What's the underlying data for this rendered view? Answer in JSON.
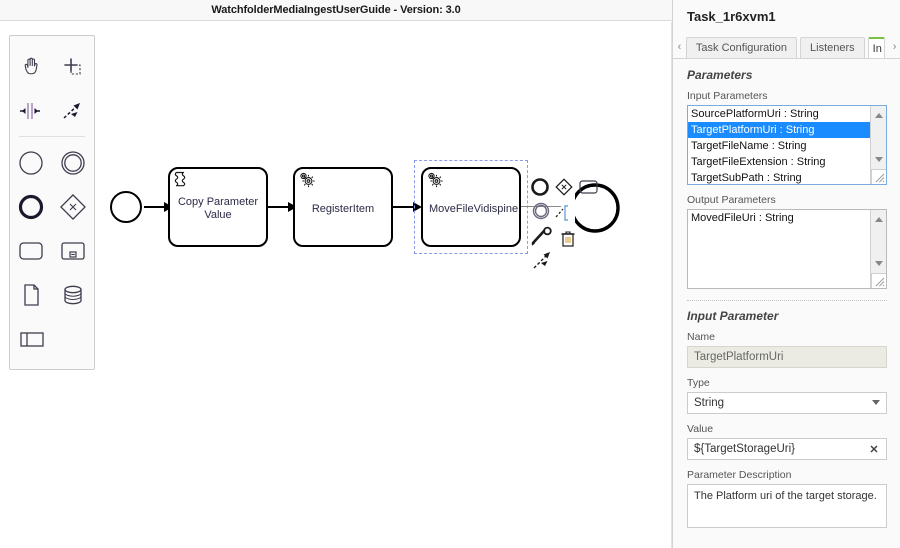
{
  "editor": {
    "title": "WatchfolderMediaIngestUserGuide - Version: 3.0",
    "palette": {
      "tools": [
        {
          "name": "hand-tool",
          "label": "Activate the hand tool"
        },
        {
          "name": "lasso-tool",
          "label": "Activate the lasso tool"
        },
        {
          "name": "space-tool",
          "label": "Activate the create/remove space tool"
        },
        {
          "name": "global-connect-tool",
          "label": "Activate the global connect tool"
        }
      ],
      "elements": [
        {
          "name": "start-event",
          "label": "Create StartEvent"
        },
        {
          "name": "intermediate-event",
          "label": "Create Intermediate/Boundary Event"
        },
        {
          "name": "end-event",
          "label": "Create EndEvent"
        },
        {
          "name": "exclusive-gateway",
          "label": "Create Gateway"
        },
        {
          "name": "task",
          "label": "Create Task"
        },
        {
          "name": "expanded-subprocess",
          "label": "Create expanded SubProcess"
        },
        {
          "name": "data-object",
          "label": "Create DataObjectReference"
        },
        {
          "name": "data-store",
          "label": "Create DataStoreReference"
        },
        {
          "name": "participant",
          "label": "Create Pool/Participant"
        }
      ]
    },
    "diagram": {
      "start_event": {
        "name": "start-event"
      },
      "tasks": [
        {
          "id": "copy-parameter-value",
          "label": "Copy Parameter Value",
          "icon": "script-task-icon",
          "selected": false
        },
        {
          "id": "register-item",
          "label": "RegisterItem",
          "icon": "service-task-icon",
          "selected": false
        },
        {
          "id": "move-file-vidispine",
          "label": "MoveFileVidispine",
          "icon": "service-task-icon",
          "selected": true
        }
      ],
      "context_pad": [
        {
          "name": "append-end-event-icon"
        },
        {
          "name": "append-gateway-icon"
        },
        {
          "name": "append-task-icon"
        },
        {
          "name": "append-intermediate-event-icon"
        },
        {
          "name": "append-text-annotation-icon"
        },
        {
          "name": "delete-icon"
        },
        {
          "name": "change-type-wrench-icon"
        },
        {
          "name": "connect-icon"
        }
      ]
    }
  },
  "panel": {
    "title": "Task_1r6xvm1",
    "tab_scroll_left": "‹",
    "tab_scroll_right": "›",
    "tabs": [
      {
        "id": "task-configuration",
        "label": "Task Configuration",
        "active": false
      },
      {
        "id": "listeners",
        "label": "Listeners",
        "active": false
      },
      {
        "id": "input-output",
        "label": "In",
        "active": true
      }
    ],
    "parameters_group": {
      "title": "Parameters",
      "input_label": "Input Parameters",
      "input_items": [
        {
          "text": "SourcePlatformUri : String",
          "selected": false
        },
        {
          "text": "TargetPlatformUri : String",
          "selected": true
        },
        {
          "text": "TargetFileName : String",
          "selected": false
        },
        {
          "text": "TargetFileExtension : String",
          "selected": false
        },
        {
          "text": "TargetSubPath : String",
          "selected": false
        }
      ],
      "output_label": "Output Parameters",
      "output_items": [
        {
          "text": "MovedFileUri : String",
          "selected": false
        }
      ]
    },
    "input_parameter_group": {
      "title": "Input Parameter",
      "name_label": "Name",
      "name_value": "TargetPlatformUri",
      "type_label": "Type",
      "type_value": "String",
      "type_options": [
        "String"
      ],
      "value_label": "Value",
      "value_value": "${TargetStorageUri}",
      "clear_label": "✕",
      "description_label": "Parameter Description",
      "description_value": "The Platform uri of the target storage."
    }
  },
  "colors": {
    "selection": "#1a8cff",
    "active_tab_accent": "#7cc242",
    "selection_outline": "#8a9bec",
    "bpmn_label": "#2b2b45"
  }
}
